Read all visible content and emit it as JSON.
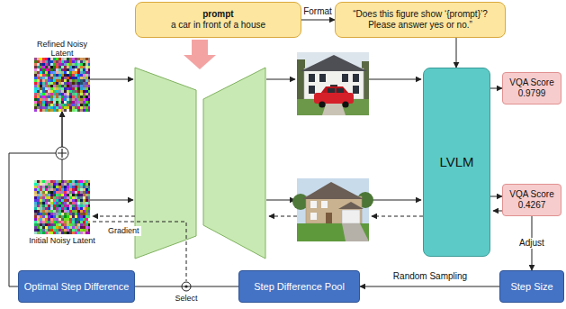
{
  "diagram": {
    "nodes": [
      {
        "text": [
          "prompt",
          "a car in front of a house"
        ]
      },
      {
        "text": [
          "“Does this figure show ‘{prompt}’? Please answer yes or no.”"
        ]
      },
      {
        "text": [
          "Refined Noisy Latent"
        ]
      },
      {
        "text": [
          "Initial Noisy Latent"
        ]
      },
      {
        "text": [
          "LVLM"
        ]
      },
      {
        "text": [
          "VQA Score",
          "0.9799"
        ]
      },
      {
        "text": [
          "VQA Score",
          "0.4267"
        ]
      },
      {
        "text": [
          "Step Size"
        ]
      },
      {
        "text": [
          "Step Difference Pool"
        ]
      },
      {
        "text": [
          "Optimal Step Difference"
        ]
      }
    ],
    "edges": [
      {
        "from": 0,
        "to": 1,
        "arrow": "to",
        "label": "Format"
      },
      {
        "from": 1,
        "to": 4,
        "arrow": "to"
      },
      {
        "from": 4,
        "to": 5,
        "arrow": "to"
      },
      {
        "from": 4,
        "to": 6,
        "arrow": "to"
      },
      {
        "from": 6,
        "to": 7,
        "arrow": "to",
        "label": "Adjust"
      },
      {
        "from": 7,
        "to": 8,
        "arrow": "to",
        "label": "Random Sampling"
      },
      {
        "from": 8,
        "to": 9,
        "arrow": "none"
      },
      {
        "from": 9,
        "to": 2,
        "arrow": "to"
      },
      {
        "from": 3,
        "to": 2,
        "arrow": "to"
      }
    ],
    "labels": [
      "Gradient",
      "Select"
    ]
  }
}
